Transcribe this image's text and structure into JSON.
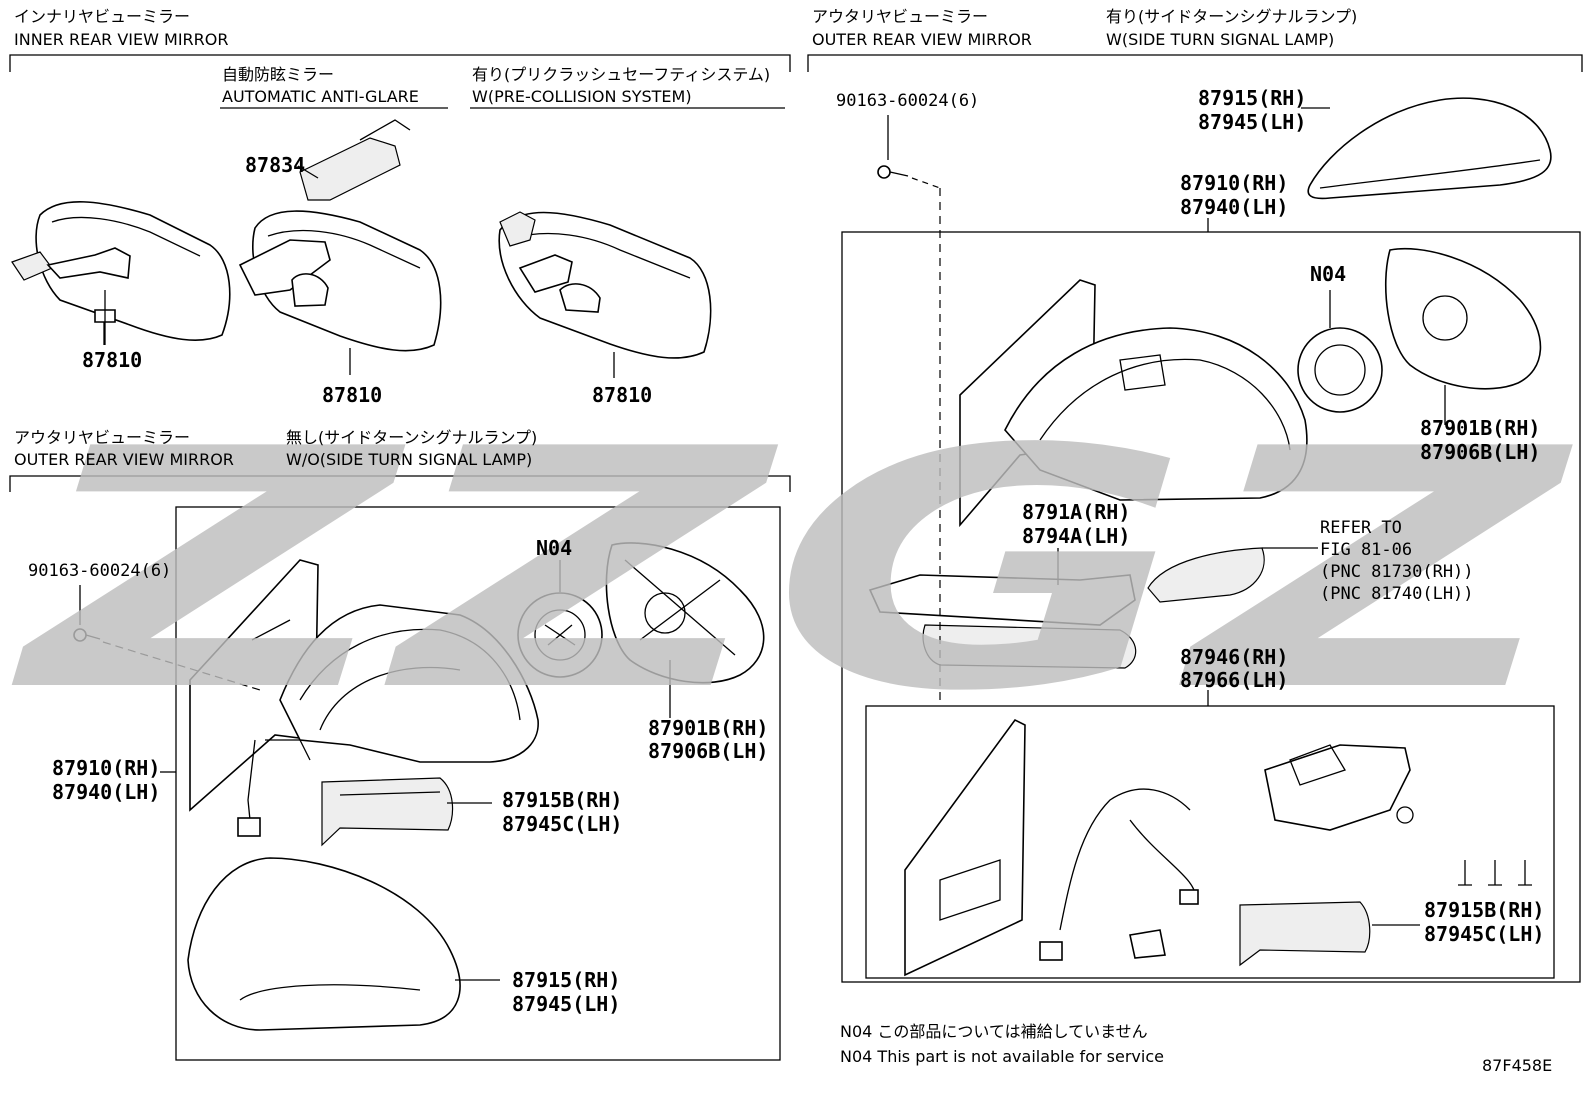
{
  "watermark": {
    "text": "ZZGZ",
    "color": "#bdbdbd"
  },
  "figure_code": "87F458E",
  "sections": {
    "inner_mirror": {
      "jp": "インナリヤビューミラー",
      "en": "INNER REAR VIEW MIRROR",
      "sub_anti_glare": {
        "jp": "自動防眩ミラー",
        "en": "AUTOMATIC ANTI-GLARE"
      },
      "sub_precollision": {
        "jp": "有り(プリクラッシュセーフティシステム)",
        "en": "W(PRE-COLLISION SYSTEM)"
      }
    },
    "outer_without": {
      "jp": "アウタリヤビューミラー",
      "en": "OUTER REAR VIEW MIRROR",
      "sub": {
        "jp": "無し(サイドターンシグナルランプ)",
        "en": "W/O(SIDE TURN SIGNAL LAMP)"
      }
    },
    "outer_with": {
      "jp": "アウタリヤビューミラー",
      "en": "OUTER REAR VIEW MIRROR",
      "sub": {
        "jp": "有り(サイドターンシグナルランプ)",
        "en": "W(SIDE TURN SIGNAL LAMP)"
      }
    }
  },
  "parts": {
    "p87834": "87834",
    "p87810a": "87810",
    "p87810b": "87810",
    "p87810c": "87810",
    "bolt_left": "90163-60024(6)",
    "n04_left": "N04",
    "p87901b_left_rh": "87901B(RH)",
    "p87906b_left_lh": "87906B(LH)",
    "p87910_left_rh": "87910(RH)",
    "p87940_left_lh": "87940(LH)",
    "p87915b_left_rh": "87915B(RH)",
    "p87945c_left_lh": "87945C(LH)",
    "p87915_left_rh": "87915(RH)",
    "p87945_left_lh": "87945(LH)",
    "bolt_right": "90163-60024(6)",
    "p87915_right_rh": "87915(RH)",
    "p87945_right_lh": "87945(LH)",
    "p87910_right_rh": "87910(RH)",
    "p87940_right_lh": "87940(LH)",
    "n04_right": "N04",
    "p87901b_right_rh": "87901B(RH)",
    "p87906b_right_lh": "87906B(LH)",
    "p8791a_rh": "8791A(RH)",
    "p8794a_lh": "8794A(LH)",
    "refer_1": "REFER TO",
    "refer_2": "FIG 81-06",
    "refer_3": "(PNC 81730(RH))",
    "refer_4": "(PNC 81740(LH))",
    "p87946_rh": "87946(RH)",
    "p87966_lh": "87966(LH)",
    "p87915b_right_rh": "87915B(RH)",
    "p87945c_right_lh": "87945C(LH)"
  },
  "notes": {
    "jp": "N04 この部品については補給していません",
    "en": "N04 This part is not available for service"
  }
}
